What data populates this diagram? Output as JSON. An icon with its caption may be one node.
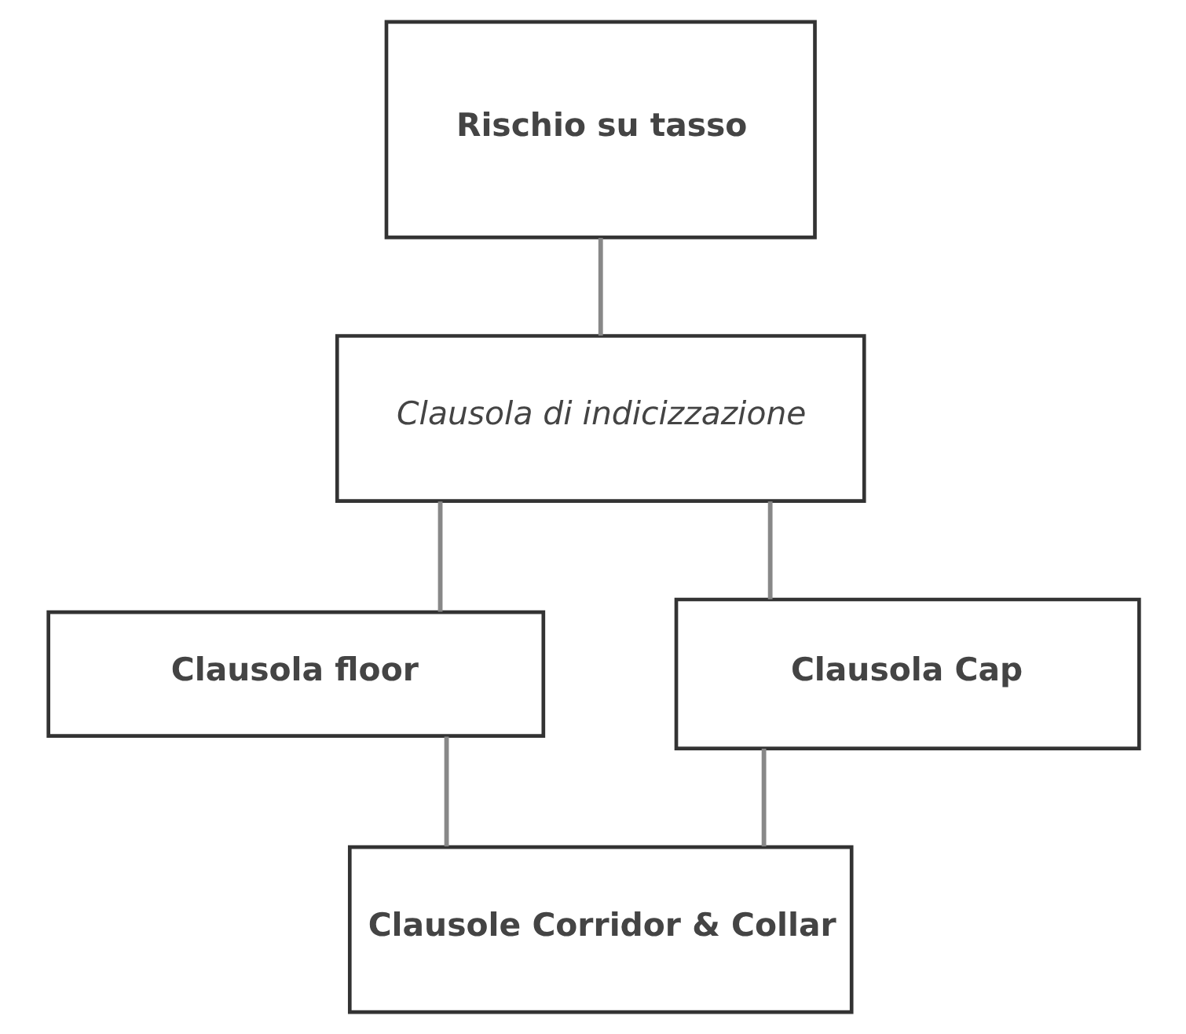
{
  "diagram": {
    "nodes": [
      {
        "text": [
          "Rischio su tasso"
        ]
      },
      {
        "text": [
          "Clausola di indicizzazione"
        ]
      },
      {
        "text": [
          "Clausola floor"
        ]
      },
      {
        "text": [
          "Clausola Cap"
        ]
      },
      {
        "text": [
          "Clausole Corridor & Collar"
        ]
      }
    ],
    "edges": [
      {
        "from": 0,
        "to": 1,
        "arrow": "none"
      },
      {
        "from": 1,
        "to": 2,
        "arrow": "none"
      },
      {
        "from": 1,
        "to": 3,
        "arrow": "none"
      },
      {
        "from": 2,
        "to": 4,
        "arrow": "none"
      },
      {
        "from": 3,
        "to": 4,
        "arrow": "none"
      }
    ]
  }
}
